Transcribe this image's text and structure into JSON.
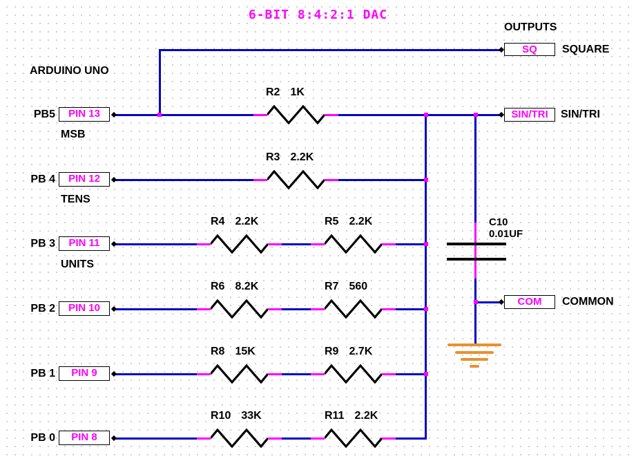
{
  "title": "6-BIT 8:4:2:1 DAC",
  "board_label": "ARDUINO UNO",
  "outputs": {
    "header": "OUTPUTS",
    "items": [
      {
        "tag": "SQ",
        "label": "SQUARE"
      },
      {
        "tag": "SIN/TRI",
        "label": "SIN/TRI"
      },
      {
        "tag": "COM",
        "label": "COMMON"
      }
    ]
  },
  "rows": [
    {
      "port": "PB5",
      "pin": "PIN 13",
      "note": "MSB",
      "resistors": [
        {
          "name": "R2",
          "value": "1K"
        }
      ]
    },
    {
      "port": "PB 4",
      "pin": "PIN 12",
      "note": "TENS",
      "resistors": [
        {
          "name": "R3",
          "value": "2.2K"
        }
      ]
    },
    {
      "port": "PB 3",
      "pin": "PIN 11",
      "note": "UNITS",
      "resistors": [
        {
          "name": "R4",
          "value": "2.2K"
        },
        {
          "name": "R5",
          "value": "2.2K"
        }
      ]
    },
    {
      "port": "PB 2",
      "pin": "PIN 10",
      "note": "",
      "resistors": [
        {
          "name": "R6",
          "value": "8.2K"
        },
        {
          "name": "R7",
          "value": "560"
        }
      ]
    },
    {
      "port": "PB 1",
      "pin": "PIN 9",
      "note": "",
      "resistors": [
        {
          "name": "R8",
          "value": "15K"
        },
        {
          "name": "R9",
          "value": "2.7K"
        }
      ]
    },
    {
      "port": "PB 0",
      "pin": "PIN 8",
      "note": "",
      "resistors": [
        {
          "name": "R10",
          "value": "33K"
        },
        {
          "name": "R11",
          "value": "2.2K"
        }
      ]
    }
  ],
  "capacitor": {
    "name": "C10",
    "value": "0.01UF"
  },
  "colors": {
    "wire": "#0000C8",
    "resistor_lead": "#FF00FF",
    "ground": "#E8912D",
    "title_accent": "#FF00FF",
    "text": "#000000"
  }
}
